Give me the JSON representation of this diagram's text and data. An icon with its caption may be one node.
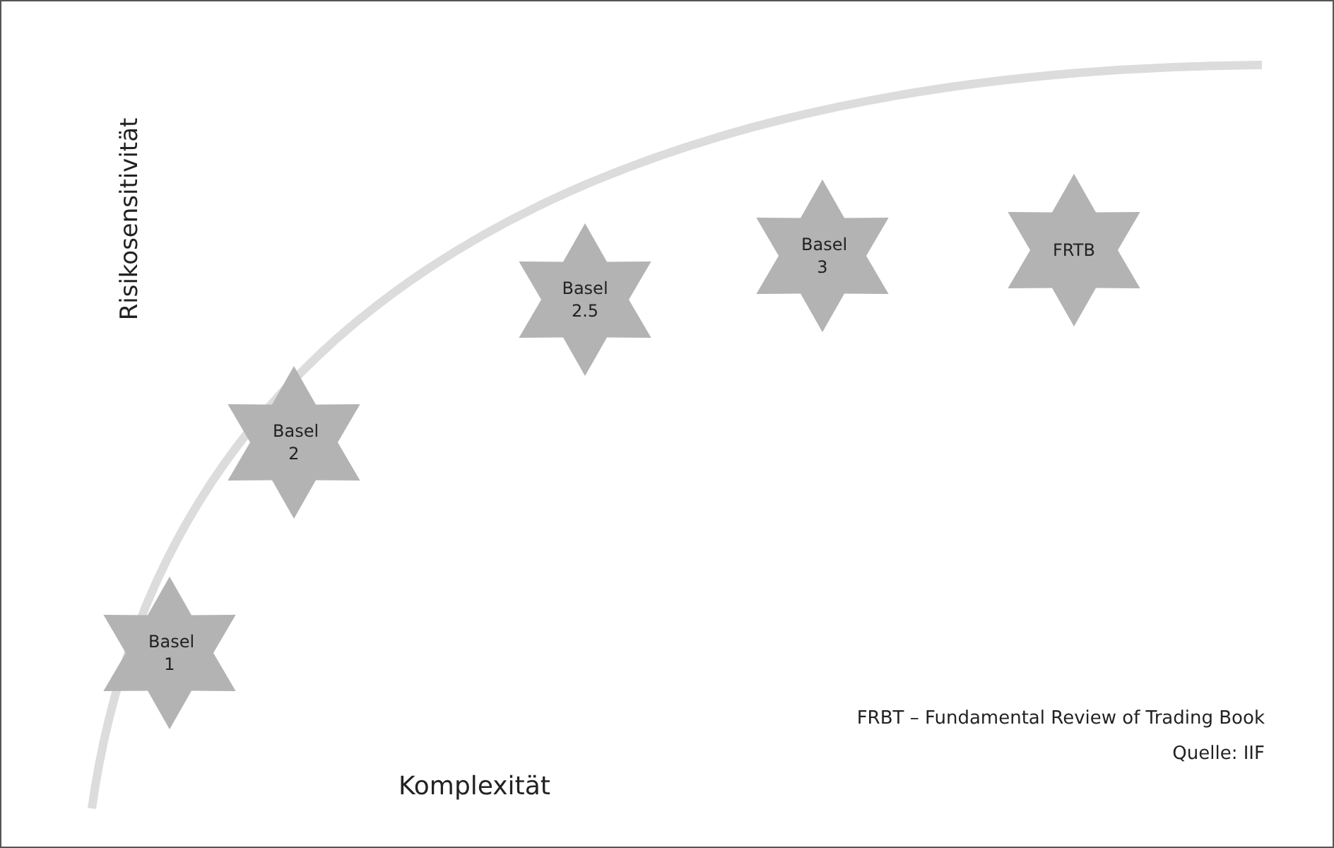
{
  "diagram": {
    "nodes": [
      {
        "text": [
          "Basel 1"
        ]
      },
      {
        "text": [
          "Basel 2"
        ]
      },
      {
        "text": [
          "Basel 2.5"
        ]
      },
      {
        "text": [
          "Basel 3"
        ]
      },
      {
        "text": [
          "FRTB"
        ]
      }
    ],
    "labels": [
      "Risikosensitivität",
      "Komplexität",
      "FRBT – Fundamental Review of Trading Book",
      "Quelle: IIF"
    ]
  }
}
